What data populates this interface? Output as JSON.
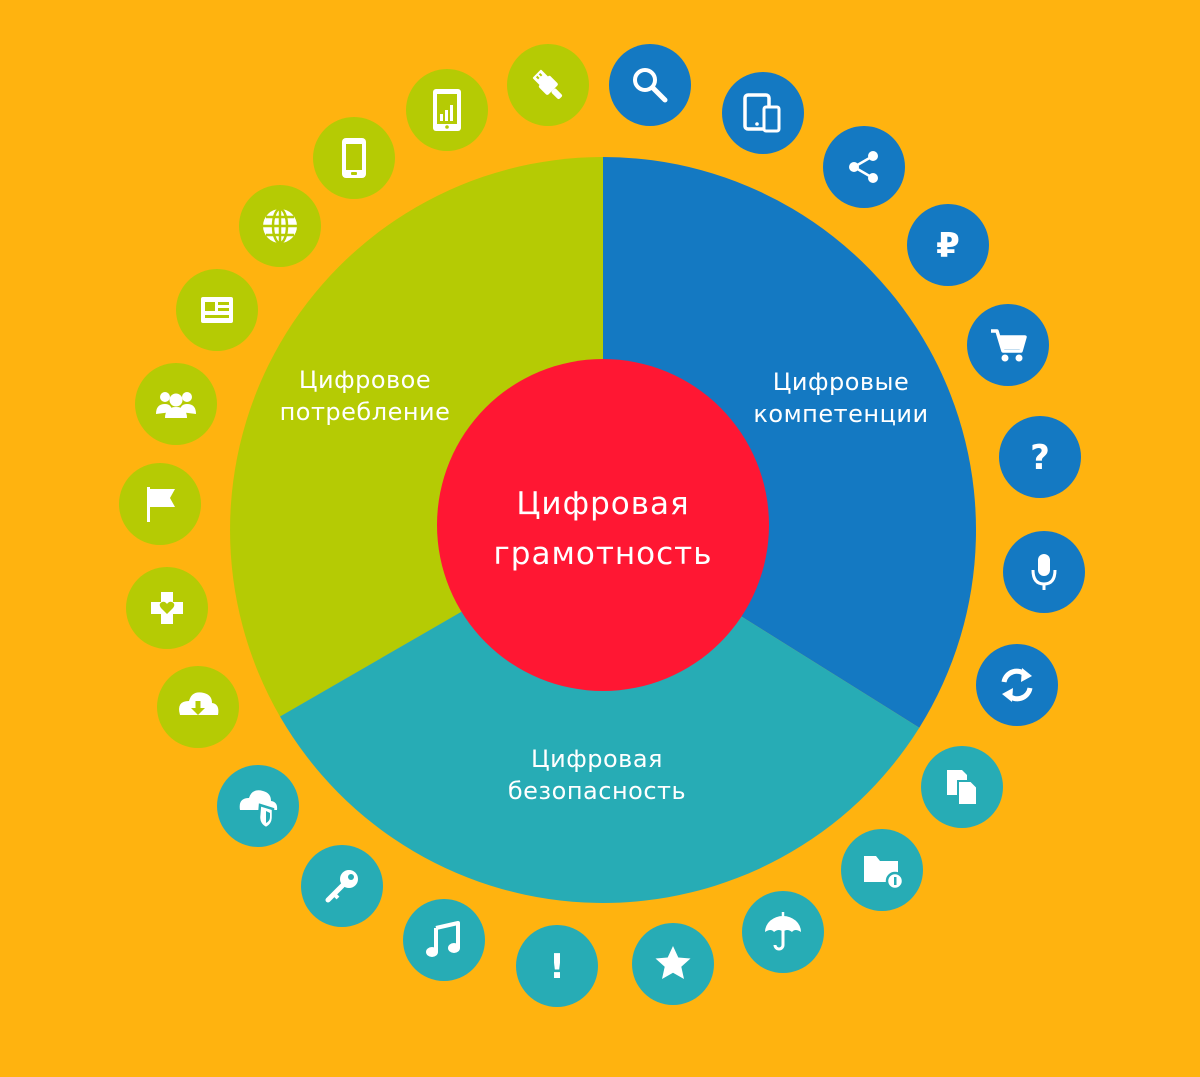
{
  "colors": {
    "background": "#FFB30F",
    "green": "#B5CB04",
    "blue": "#1479C2",
    "teal": "#27ACB5",
    "red": "#FF1733",
    "icon_fg": "#FFFFFF"
  },
  "center": {
    "line1": "Цифровая",
    "line2": "грамотность"
  },
  "sectors": [
    {
      "id": "consumption",
      "color": "green",
      "line1": "Цифровое",
      "line2": "потребление"
    },
    {
      "id": "competence",
      "color": "blue",
      "line1": "Цифровые",
      "line2": "компетенции"
    },
    {
      "id": "safety",
      "color": "teal",
      "line1": "Цифровая",
      "line2": "безопасность"
    }
  ],
  "icons": [
    {
      "name": "usb",
      "group": "green"
    },
    {
      "name": "search",
      "group": "blue"
    },
    {
      "name": "devices",
      "group": "blue"
    },
    {
      "name": "share",
      "group": "blue"
    },
    {
      "name": "ruble",
      "group": "blue",
      "glyph": "₽"
    },
    {
      "name": "cart",
      "group": "blue"
    },
    {
      "name": "question",
      "group": "blue",
      "glyph": "?"
    },
    {
      "name": "microphone",
      "group": "blue"
    },
    {
      "name": "sync",
      "group": "blue"
    },
    {
      "name": "copy",
      "group": "teal"
    },
    {
      "name": "folder-info",
      "group": "teal"
    },
    {
      "name": "umbrella",
      "group": "teal"
    },
    {
      "name": "star",
      "group": "teal"
    },
    {
      "name": "alert",
      "group": "teal",
      "glyph": "!"
    },
    {
      "name": "music",
      "group": "teal"
    },
    {
      "name": "key",
      "group": "teal"
    },
    {
      "name": "cloud-shield",
      "group": "teal"
    },
    {
      "name": "cloud-download",
      "group": "green"
    },
    {
      "name": "health",
      "group": "green"
    },
    {
      "name": "flag",
      "group": "green"
    },
    {
      "name": "people",
      "group": "green"
    },
    {
      "name": "news",
      "group": "green"
    },
    {
      "name": "globe",
      "group": "green"
    },
    {
      "name": "smartphone",
      "group": "green"
    },
    {
      "name": "tablet-signal",
      "group": "green"
    }
  ]
}
